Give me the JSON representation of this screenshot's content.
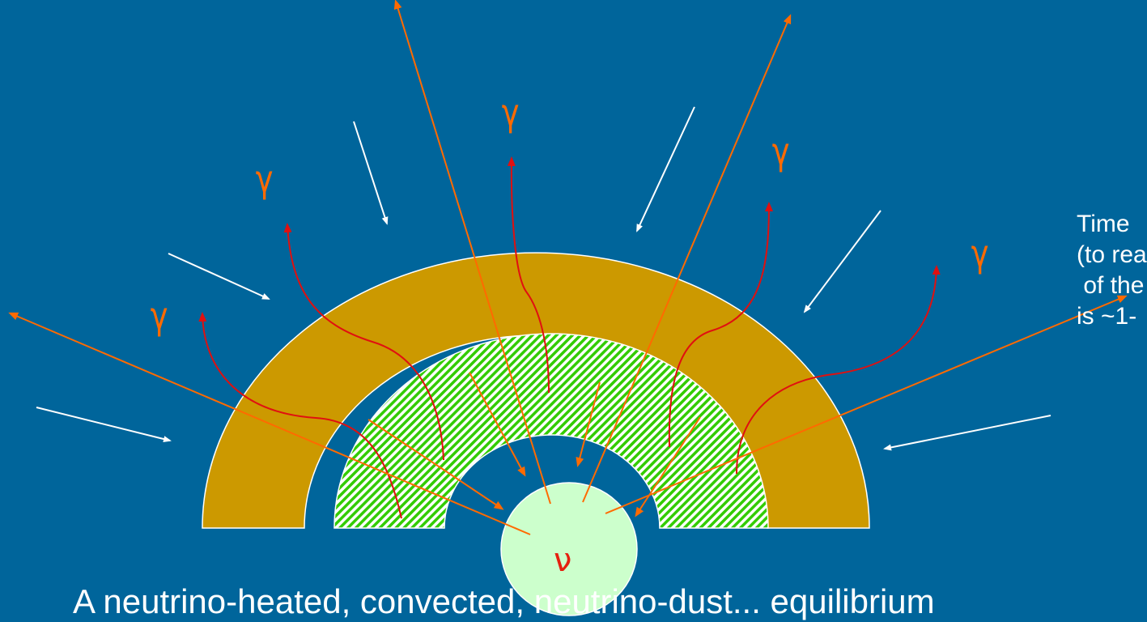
{
  "diagram": {
    "gamma_symbol": "γ",
    "neutrino_symbol": "ν",
    "note_lines": [
      "Time",
      "(to rea",
      " of the",
      "is ~1-"
    ],
    "caption": "A neutrino-heated, convected, neutrino-dust... equilibrium",
    "colors": {
      "background": "#00659b",
      "outer_shell": "#cc9900",
      "hatched_shell_fill": "#ffffff",
      "hatched_shell_stripes": "#33cc00",
      "core": "#ccffcc",
      "photon_arrows": "#e01010",
      "neutrino_arrows": "#ff6a00",
      "infall_arrows": "#ffffff"
    }
  }
}
